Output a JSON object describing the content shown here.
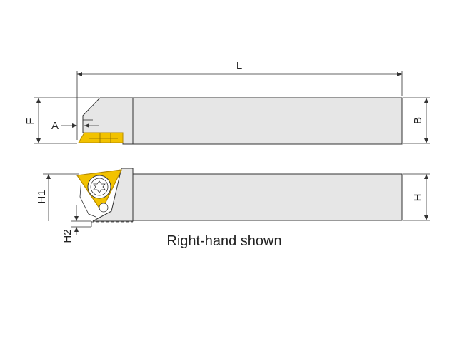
{
  "dimensions": {
    "length": "L",
    "height_f": "F",
    "offset_a": "A",
    "width_b": "B",
    "height_h1": "H1",
    "height_h": "H",
    "height_h2": "H2"
  },
  "caption": "Right-hand shown",
  "colors": {
    "line": "#333333",
    "body_fill": "#e6e6e6",
    "insert_fill": "#f2c200",
    "insert_stroke": "#b58a00",
    "background": "#ffffff"
  }
}
